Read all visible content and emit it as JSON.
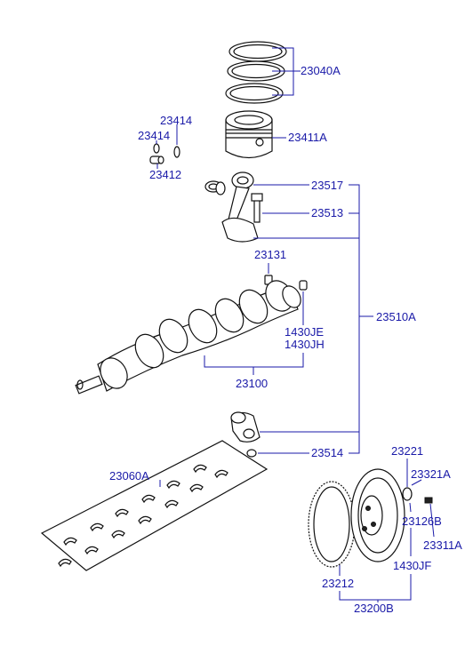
{
  "labels": {
    "piston_rings": "23040A",
    "piston": "23411A",
    "snap_ring_a": "23414",
    "snap_ring_b": "23414",
    "piston_pin": "23412",
    "rod_bolt": "23517",
    "rod_bearing": "23513",
    "connecting_rod_assy": "23510A",
    "crank_gear": "23131",
    "dowel_pin_a": "1430JE",
    "dowel_pin_b": "1430JH",
    "crankshaft": "23100",
    "rod_nut": "23514",
    "main_bearing_set": "23060A",
    "flywheel_bolt": "23221",
    "washer": "23321A",
    "spacer": "23126B",
    "plug": "23311A",
    "dowel_pin_c": "1430JF",
    "ring_gear": "23212",
    "flywheel_assy": "23200B"
  }
}
